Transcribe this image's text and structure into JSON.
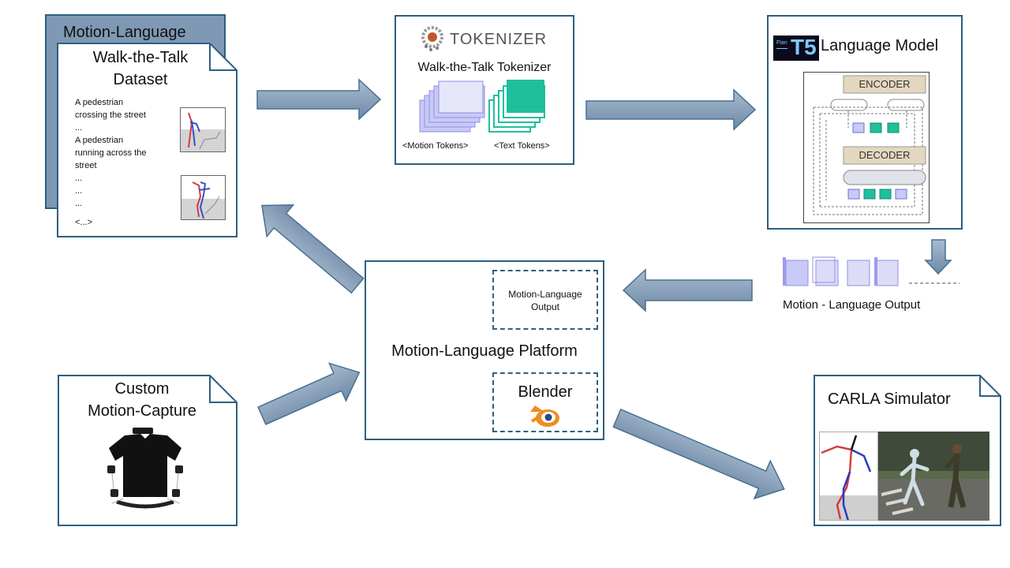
{
  "dataset": {
    "back_title": "Motion-Language",
    "title_line1": "Walk-the-Talk",
    "title_line2": "Dataset",
    "lines": [
      "A pedestrian",
      "crossing the street",
      "...",
      "A pedestrian",
      "running across the",
      "street",
      "...",
      "...",
      "...",
      "<...>"
    ]
  },
  "tokenizer": {
    "logo_text": "TOKENIZER",
    "title": "Walk-the-Talk Tokenizer",
    "motion_tokens_label": "<Motion Tokens>",
    "text_tokens_label": "<Text Tokens>"
  },
  "language_model": {
    "logo_small": "Flan",
    "logo_big": "T5",
    "title": "Language Model",
    "encoder_label": "ENCODER",
    "decoder_label": "DECODER"
  },
  "output": {
    "label": "Motion - Language Output"
  },
  "platform": {
    "title": "Motion-Language Platform",
    "output_box_line1": "Motion-Language",
    "output_box_line2": "Output",
    "blender_label": "Blender"
  },
  "mocap": {
    "title_line1": "Custom",
    "title_line2": "Motion-Capture"
  },
  "carla": {
    "title": "CARLA Simulator"
  },
  "colors": {
    "border": "#2e5f80",
    "arrow_fill": "#7f98b3",
    "motion_token": "#c9c9f5",
    "text_token": "#1fbf9d",
    "enc_dec_fill": "#e3d8bf",
    "blender_orange": "#f08b1f",
    "blender_blue": "#26497a"
  }
}
